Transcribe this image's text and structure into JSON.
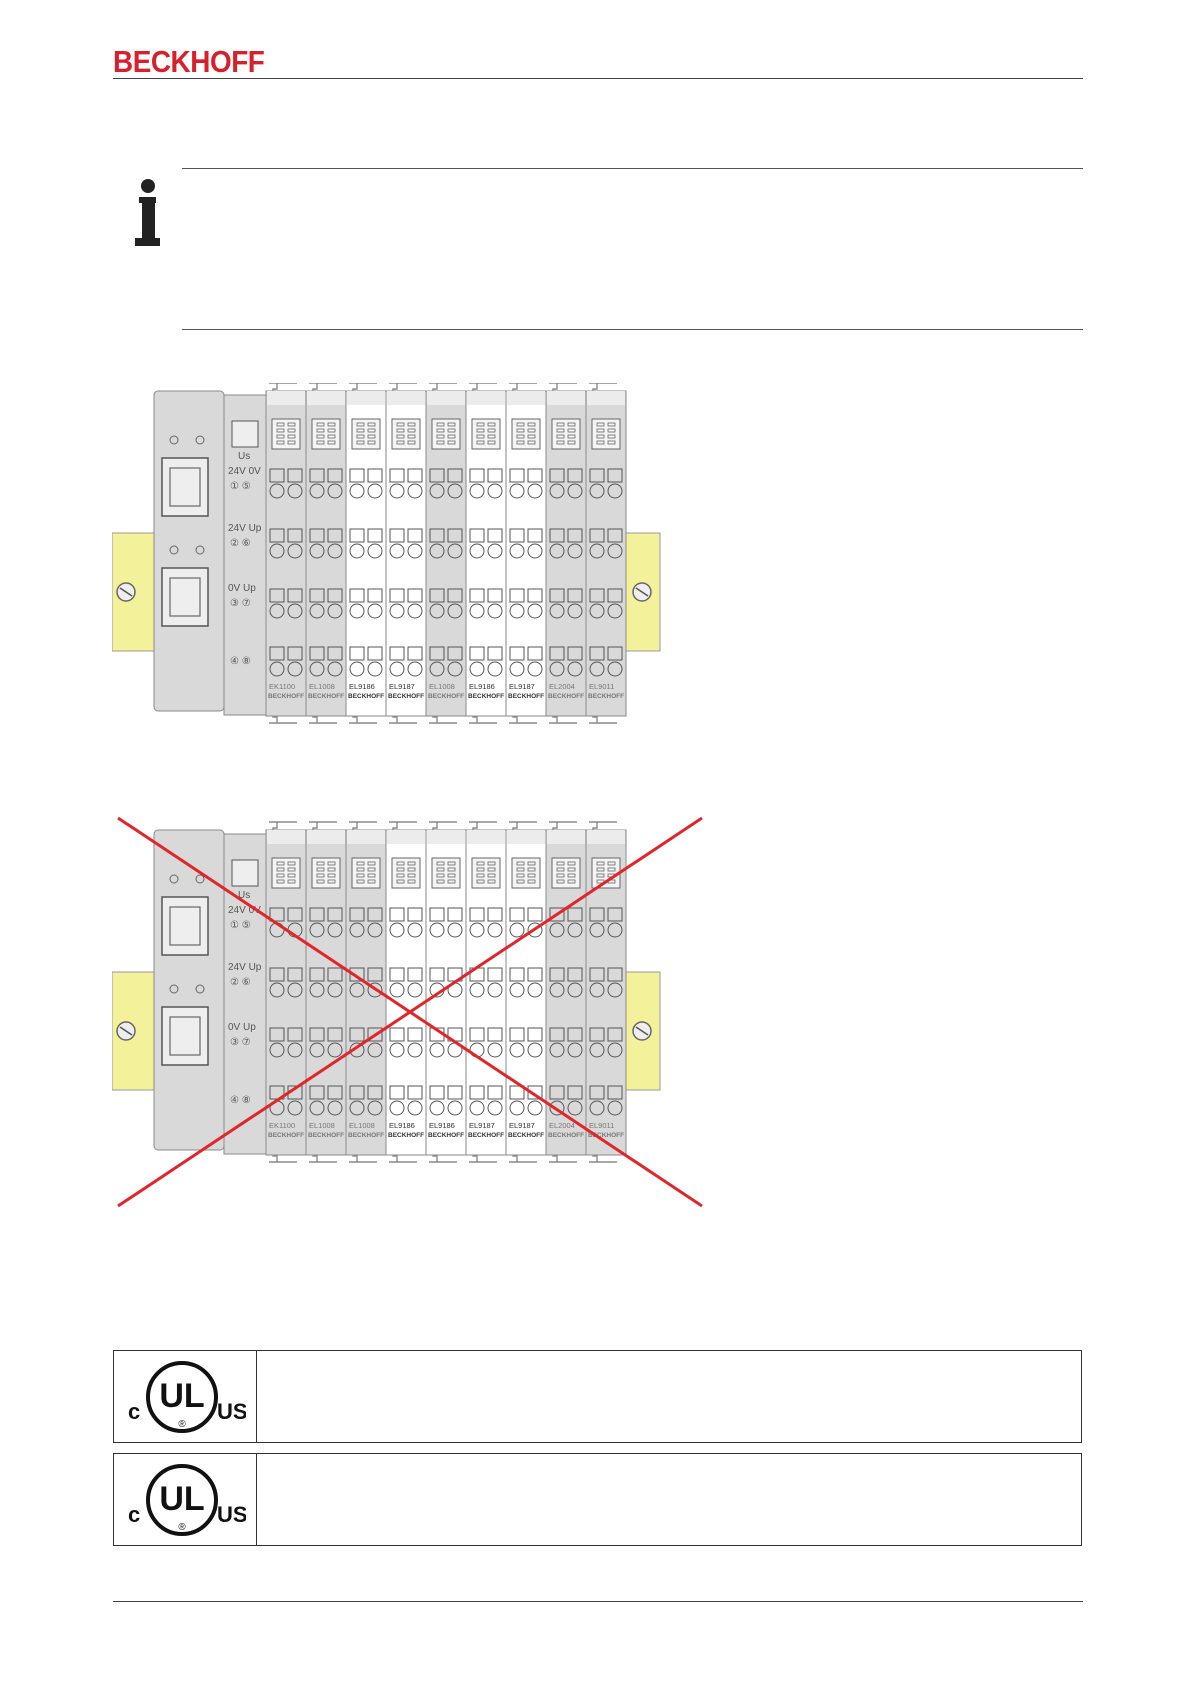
{
  "header": {
    "brand": "BECKHOFF"
  },
  "note": {
    "icon": "info-icon"
  },
  "figures": {
    "terminal_labels": [
      "EK1100",
      "EL1008",
      "EL9186",
      "EL9187",
      "EL1008",
      "EL9186",
      "EL9187",
      "EL2004",
      "EL9011"
    ],
    "terminal_labels_incorrect": [
      "EK1100",
      "EL1008",
      "EL1008",
      "EL9186",
      "EL9186",
      "EL9187",
      "EL9187",
      "EL2004",
      "EL9011"
    ],
    "brand_small": "BECKHOFF",
    "coupler_texts": {
      "us": "Us",
      "row1": "24V  0V",
      "row1_nums": "① ⑤",
      "row2": "24V Up",
      "row2_nums": "② ⑥",
      "row3": "0V  Up",
      "row3_nums": "③ ⑦",
      "row4_nums": "④ ⑧"
    },
    "cross_color": "#e0262b",
    "rail_color": "#f3f29a"
  },
  "ul_marks": [
    {
      "c": "c",
      "ul": "UL",
      "us": "US",
      "r": "®"
    },
    {
      "c": "c",
      "ul": "UL",
      "us": "US",
      "r": "®"
    }
  ]
}
